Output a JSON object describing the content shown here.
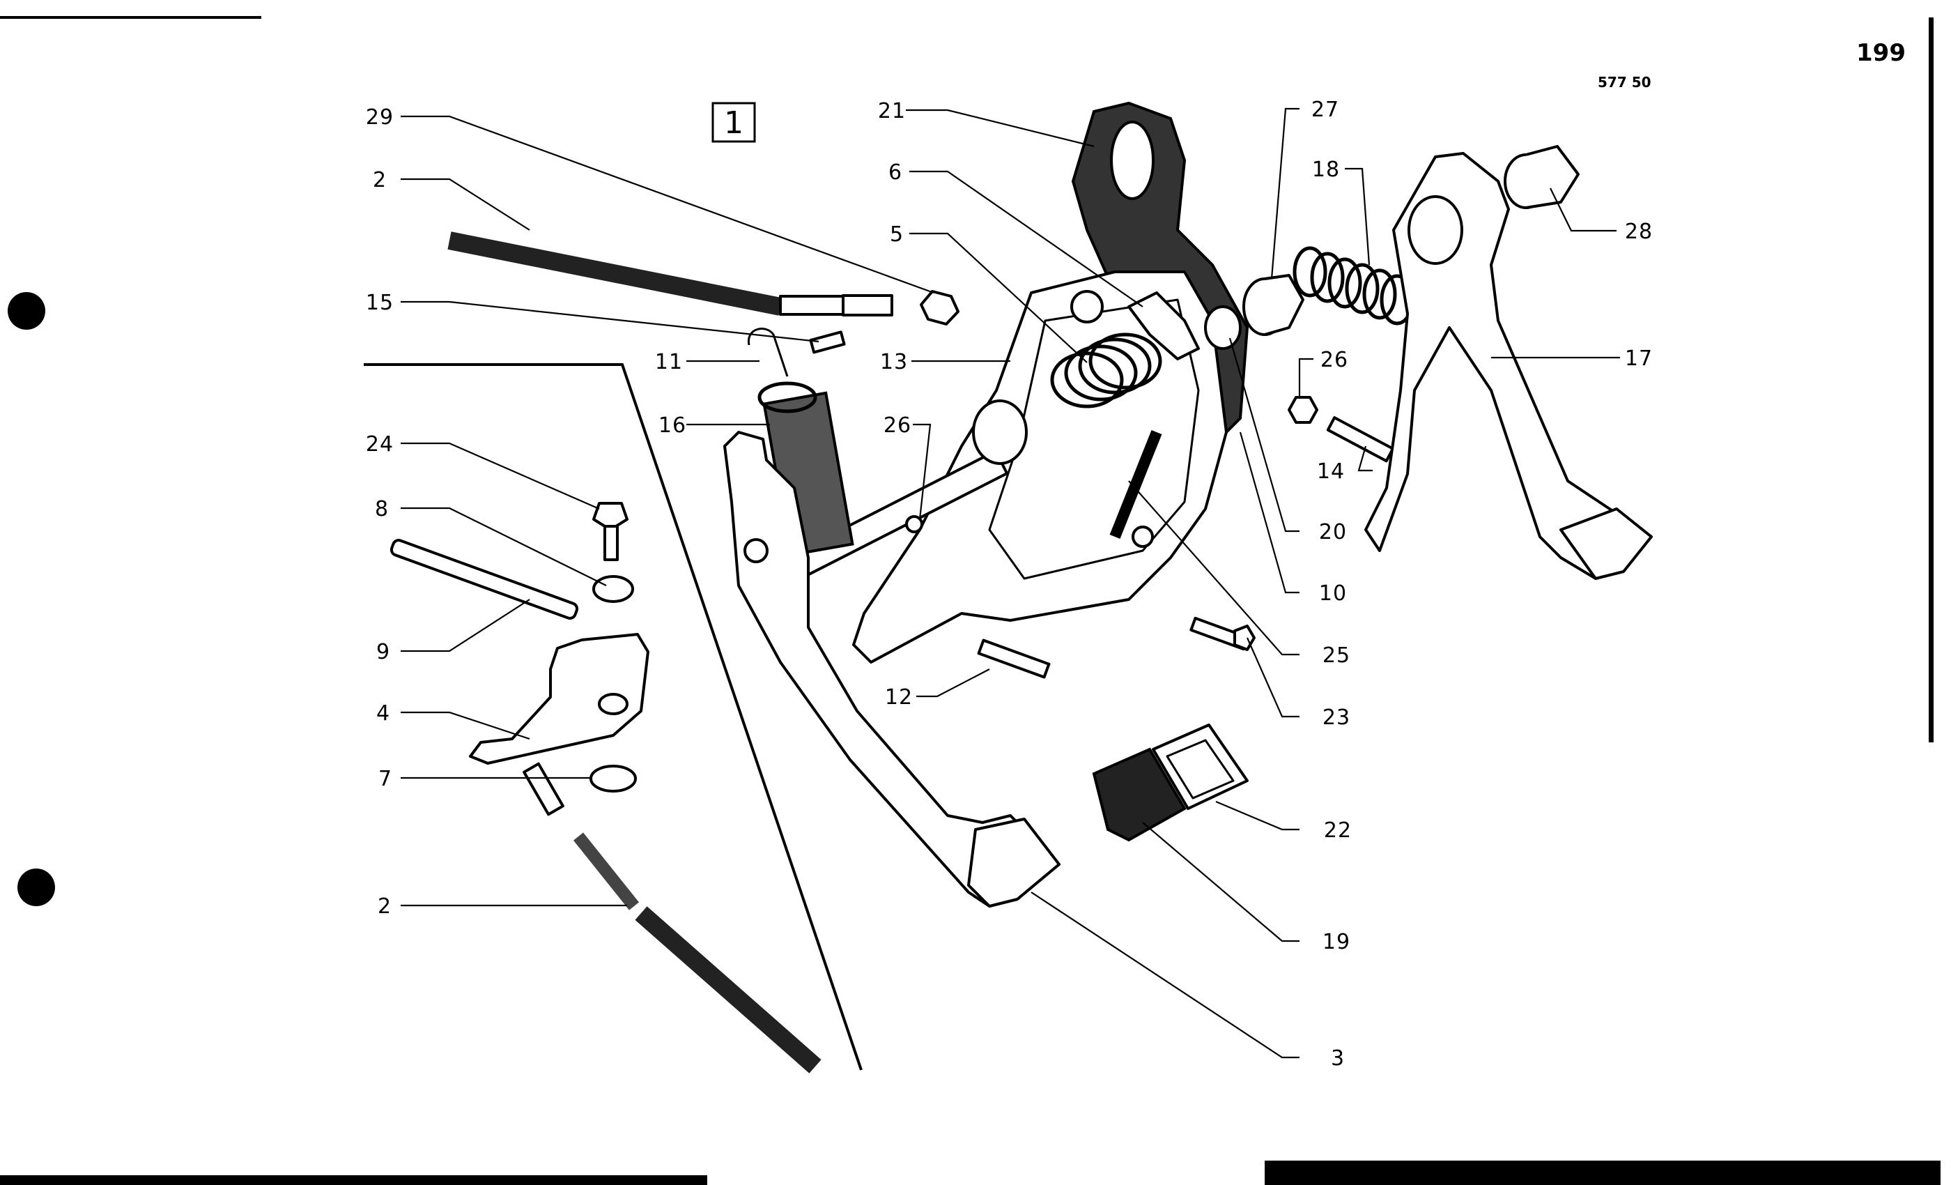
{
  "page_number": "199",
  "drawing_ref": "577 50",
  "frame_label": "1",
  "callouts": [
    "29",
    "2",
    "15",
    "11",
    "16",
    "24",
    "8",
    "9",
    "4",
    "7",
    "2",
    "21",
    "6",
    "5",
    "13",
    "26",
    "12",
    "27",
    "18",
    "26",
    "14",
    "20",
    "10",
    "25",
    "23",
    "22",
    "19",
    "3",
    "28",
    "17"
  ]
}
